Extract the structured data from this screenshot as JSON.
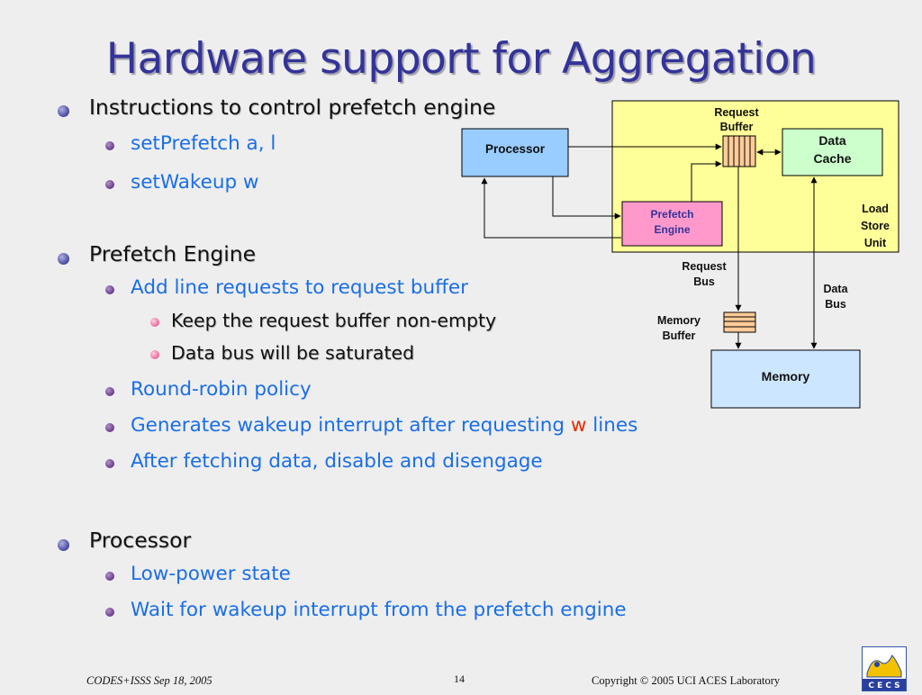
{
  "slide": {
    "title": "Hardware support for Aggregation"
  },
  "bullets": {
    "b1": "Instructions to control prefetch engine",
    "b1_1": "setPrefetch a, l",
    "b1_2": "setWakeup w",
    "b2": "Prefetch Engine",
    "b2_1": "Add line requests to request buffer",
    "b2_1_1": "Keep the request buffer non-empty",
    "b2_1_2": "Data bus will be saturated",
    "b2_2": "Round-robin policy",
    "b2_3_pre": "Generates wakeup interrupt after requesting ",
    "b2_3_w": "w",
    "b2_3_post": " lines",
    "b2_4": "After fetching data, disable and disengage",
    "b3": "Processor",
    "b3_1": "Low-power state",
    "b3_2": "Wait for wakeup interrupt from the prefetch engine"
  },
  "diagram": {
    "request_buffer_l1": "Request",
    "request_buffer_l2": "Buffer",
    "processor": "Processor",
    "data_cache_l1": "Data",
    "data_cache_l2": "Cache",
    "prefetch_l1": "Prefetch",
    "prefetch_l2": "Engine",
    "lsu_l1": "Load",
    "lsu_l2": "Store",
    "lsu_l3": "Unit",
    "request_bus_l1": "Request",
    "request_bus_l2": "Bus",
    "data_bus_l1": "Data",
    "data_bus_l2": "Bus",
    "memory_buffer_l1": "Memory",
    "memory_buffer_l2": "Buffer",
    "memory": "Memory"
  },
  "footer": {
    "left": "CODES+ISSS  Sep 18, 2005",
    "page": "14",
    "right": "Copyright © 2005  UCI ACES Laboratory",
    "logo_text": "C E C S"
  },
  "colors": {
    "title": "#333399",
    "bullet_text_sub": "#1a6ee6",
    "highlight_w": "#e03000",
    "lsu_fill": "#ffff99",
    "processor_fill": "#99ccff",
    "cache_fill": "#ccffcc",
    "prefetch_fill": "#ff99cc",
    "buffer_fill": "#ffcc99",
    "memory_fill": "#cce6ff"
  }
}
